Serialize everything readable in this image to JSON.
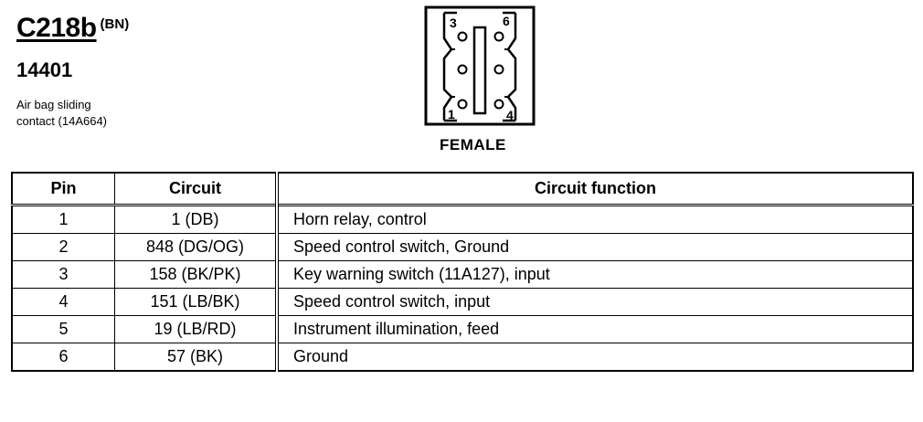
{
  "header": {
    "connector_id": "C218b",
    "connector_color": "(BN)",
    "part_number": "14401",
    "description_line1": "Air bag sliding",
    "description_line2": "contact (14A664)"
  },
  "connector": {
    "gender": "FEMALE",
    "pin_labels": [
      "3",
      "6",
      "1",
      "4"
    ]
  },
  "table": {
    "headers": [
      "Pin",
      "Circuit",
      "Circuit function"
    ],
    "rows": [
      {
        "pin": "1",
        "circuit": "1 (DB)",
        "function": "Horn relay, control"
      },
      {
        "pin": "2",
        "circuit": "848 (DG/OG)",
        "function": "Speed control switch, Ground"
      },
      {
        "pin": "3",
        "circuit": "158 (BK/PK)",
        "function": "Key warning switch (11A127), input"
      },
      {
        "pin": "4",
        "circuit": "151 (LB/BK)",
        "function": "Speed control switch, input"
      },
      {
        "pin": "5",
        "circuit": "19 (LB/RD)",
        "function": "Instrument illumination, feed"
      },
      {
        "pin": "6",
        "circuit": "57 (BK)",
        "function": "Ground"
      }
    ]
  }
}
